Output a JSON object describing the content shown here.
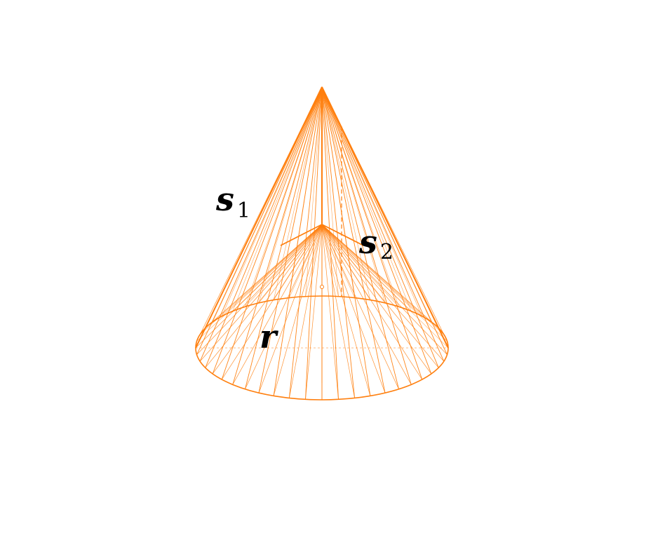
{
  "diagram": {
    "colors": {
      "mesh": "#ff7f0e",
      "text": "#000000",
      "background": "#ffffff"
    },
    "labels": {
      "s1": {
        "main": "s",
        "sub": "1"
      },
      "s2": {
        "main": "s",
        "sub": "2"
      },
      "r": {
        "main": "r"
      }
    }
  }
}
